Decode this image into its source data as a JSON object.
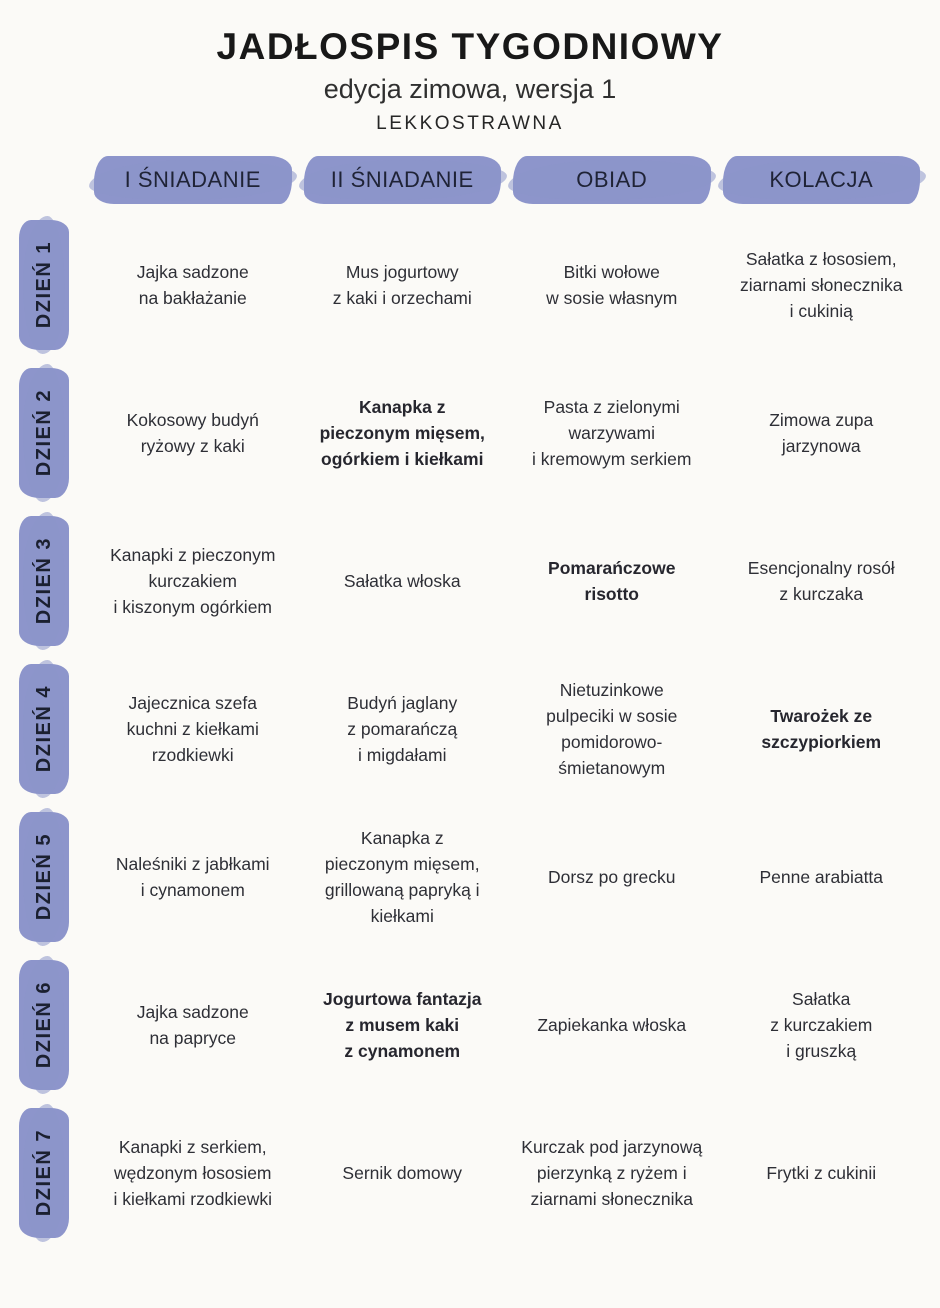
{
  "page": {
    "title": "JADŁOSPIS TYGODNIOWY",
    "subtitle": "edycja zimowa, wersja 1",
    "tagline": "LEKKOSTRAWNA"
  },
  "colors": {
    "brush": "#8d95cb",
    "background": "#fbfaf7",
    "heading_text": "#1f2336",
    "meal_text": "#2e2f36"
  },
  "columns": [
    "I ŚNIADANIE",
    "II ŚNIADANIE",
    "OBIAD",
    "KOLACJA"
  ],
  "days": [
    {
      "label": "DZIEŃ 1",
      "meals": [
        {
          "text": "Jajka sadzone\nna bakłażanie",
          "bold": false
        },
        {
          "text": "Mus jogurtowy\nz kaki i orzechami",
          "bold": false
        },
        {
          "text": "Bitki wołowe\nw sosie własnym",
          "bold": false
        },
        {
          "text": "Sałatka z łososiem,\nziarnami słonecznika\ni cukinią",
          "bold": false
        }
      ]
    },
    {
      "label": "DZIEŃ 2",
      "meals": [
        {
          "text": "Kokosowy budyń\nryżowy z kaki",
          "bold": false
        },
        {
          "text": "Kanapka z\npieczonym mięsem,\nogórkiem i kiełkami",
          "bold": true
        },
        {
          "text": "Pasta z zielonymi\nwarzywami\ni kremowym serkiem",
          "bold": false
        },
        {
          "text": "Zimowa zupa\njarzynowa",
          "bold": false
        }
      ]
    },
    {
      "label": "DZIEŃ 3",
      "meals": [
        {
          "text": "Kanapki z pieczonym\nkurczakiem\ni kiszonym ogórkiem",
          "bold": false
        },
        {
          "text": "Sałatka włoska",
          "bold": false
        },
        {
          "text": "Pomarańczowe\nrisotto",
          "bold": true
        },
        {
          "text": "Esencjonalny rosół\nz kurczaka",
          "bold": false
        }
      ]
    },
    {
      "label": "DZIEŃ 4",
      "meals": [
        {
          "text": "Jajecznica szefa\nkuchni z kiełkami\nrzodkiewki",
          "bold": false
        },
        {
          "text": "Budyń jaglany\nz pomarańczą\ni migdałami",
          "bold": false
        },
        {
          "text": "Nietuzinkowe\npulpeciki w sosie\npomidorowo-\nśmietanowym",
          "bold": false
        },
        {
          "text": "Twarożek ze\nszczypiorkiem",
          "bold": true
        }
      ]
    },
    {
      "label": "DZIEŃ 5",
      "meals": [
        {
          "text": "Naleśniki z jabłkami\ni cynamonem",
          "bold": false
        },
        {
          "text": "Kanapka z\npieczonym mięsem,\ngrillowaną papryką i\nkiełkami",
          "bold": false
        },
        {
          "text": "Dorsz po grecku",
          "bold": false
        },
        {
          "text": "Penne arabiatta",
          "bold": false
        }
      ]
    },
    {
      "label": "DZIEŃ 6",
      "meals": [
        {
          "text": "Jajka sadzone\nna papryce",
          "bold": false
        },
        {
          "text": "Jogurtowa fantazja\nz musem kaki\nz cynamonem",
          "bold": true
        },
        {
          "text": "Zapiekanka włoska",
          "bold": false
        },
        {
          "text": "Sałatka\nz kurczakiem\ni gruszką",
          "bold": false
        }
      ]
    },
    {
      "label": "DZIEŃ 7",
      "meals": [
        {
          "text": "Kanapki z serkiem,\nwędzonym łososiem\ni kiełkami rzodkiewki",
          "bold": false
        },
        {
          "text": "Sernik domowy",
          "bold": false
        },
        {
          "text": "Kurczak pod jarzynową\npierzynką z ryżem i\nziarnami słonecznika",
          "bold": false
        },
        {
          "text": "Frytki z cukinii",
          "bold": false
        }
      ]
    }
  ]
}
